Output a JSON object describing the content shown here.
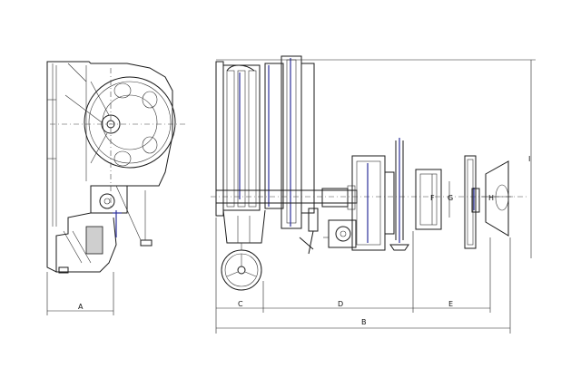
{
  "dimensions": {
    "A": "A",
    "B": "B",
    "C": "C",
    "D": "D",
    "E": "E",
    "F": "F",
    "G": "G",
    "H": "H",
    "I": "I"
  }
}
